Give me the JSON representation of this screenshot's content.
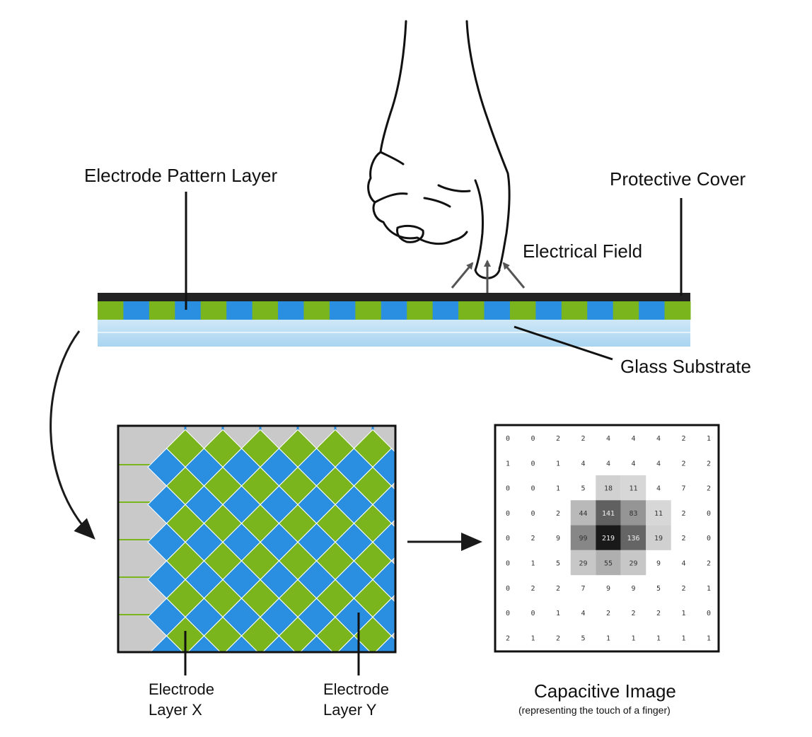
{
  "labels": {
    "electrode_pattern_layer": "Electrode Pattern Layer",
    "protective_cover": "Protective Cover",
    "electrical_field": "Electrical Field",
    "glass_substrate": "Glass Substrate",
    "electrode_x_line1": "Electrode",
    "electrode_x_line2": "Layer X",
    "electrode_y_line1": "Electrode",
    "electrode_y_line2": "Layer Y",
    "capacitive_title": "Capacitive Image",
    "capacitive_subtitle": "(representing the touch of a finger)"
  },
  "colors": {
    "green": "#7ab51d",
    "blue": "#2a8fe0",
    "glass": "#bfe0f5",
    "panel_bg": "#c9c9c9",
    "cover": "#222222"
  },
  "capacitive_grid": [
    [
      "0",
      "0",
      "2",
      "2",
      "4",
      "4",
      "4",
      "2",
      "1"
    ],
    [
      "1",
      "0",
      "1",
      "4",
      "4",
      "4",
      "4",
      "2",
      "2"
    ],
    [
      "0",
      "0",
      "1",
      "5",
      "18",
      "11",
      "4",
      "7",
      "2"
    ],
    [
      "0",
      "0",
      "2",
      "44",
      "141",
      "83",
      "11",
      "2",
      "0"
    ],
    [
      "0",
      "2",
      "9",
      "99",
      "219",
      "136",
      "19",
      "2",
      "0"
    ],
    [
      "0",
      "1",
      "5",
      "29",
      "55",
      "29",
      "9",
      "4",
      "2"
    ],
    [
      "0",
      "2",
      "2",
      "7",
      "9",
      "9",
      "5",
      "2",
      "1"
    ],
    [
      "0",
      "0",
      "1",
      "4",
      "2",
      "2",
      "2",
      "1",
      "0"
    ],
    [
      "2",
      "1",
      "2",
      "5",
      "1",
      "1",
      "1",
      "1",
      "1"
    ]
  ]
}
